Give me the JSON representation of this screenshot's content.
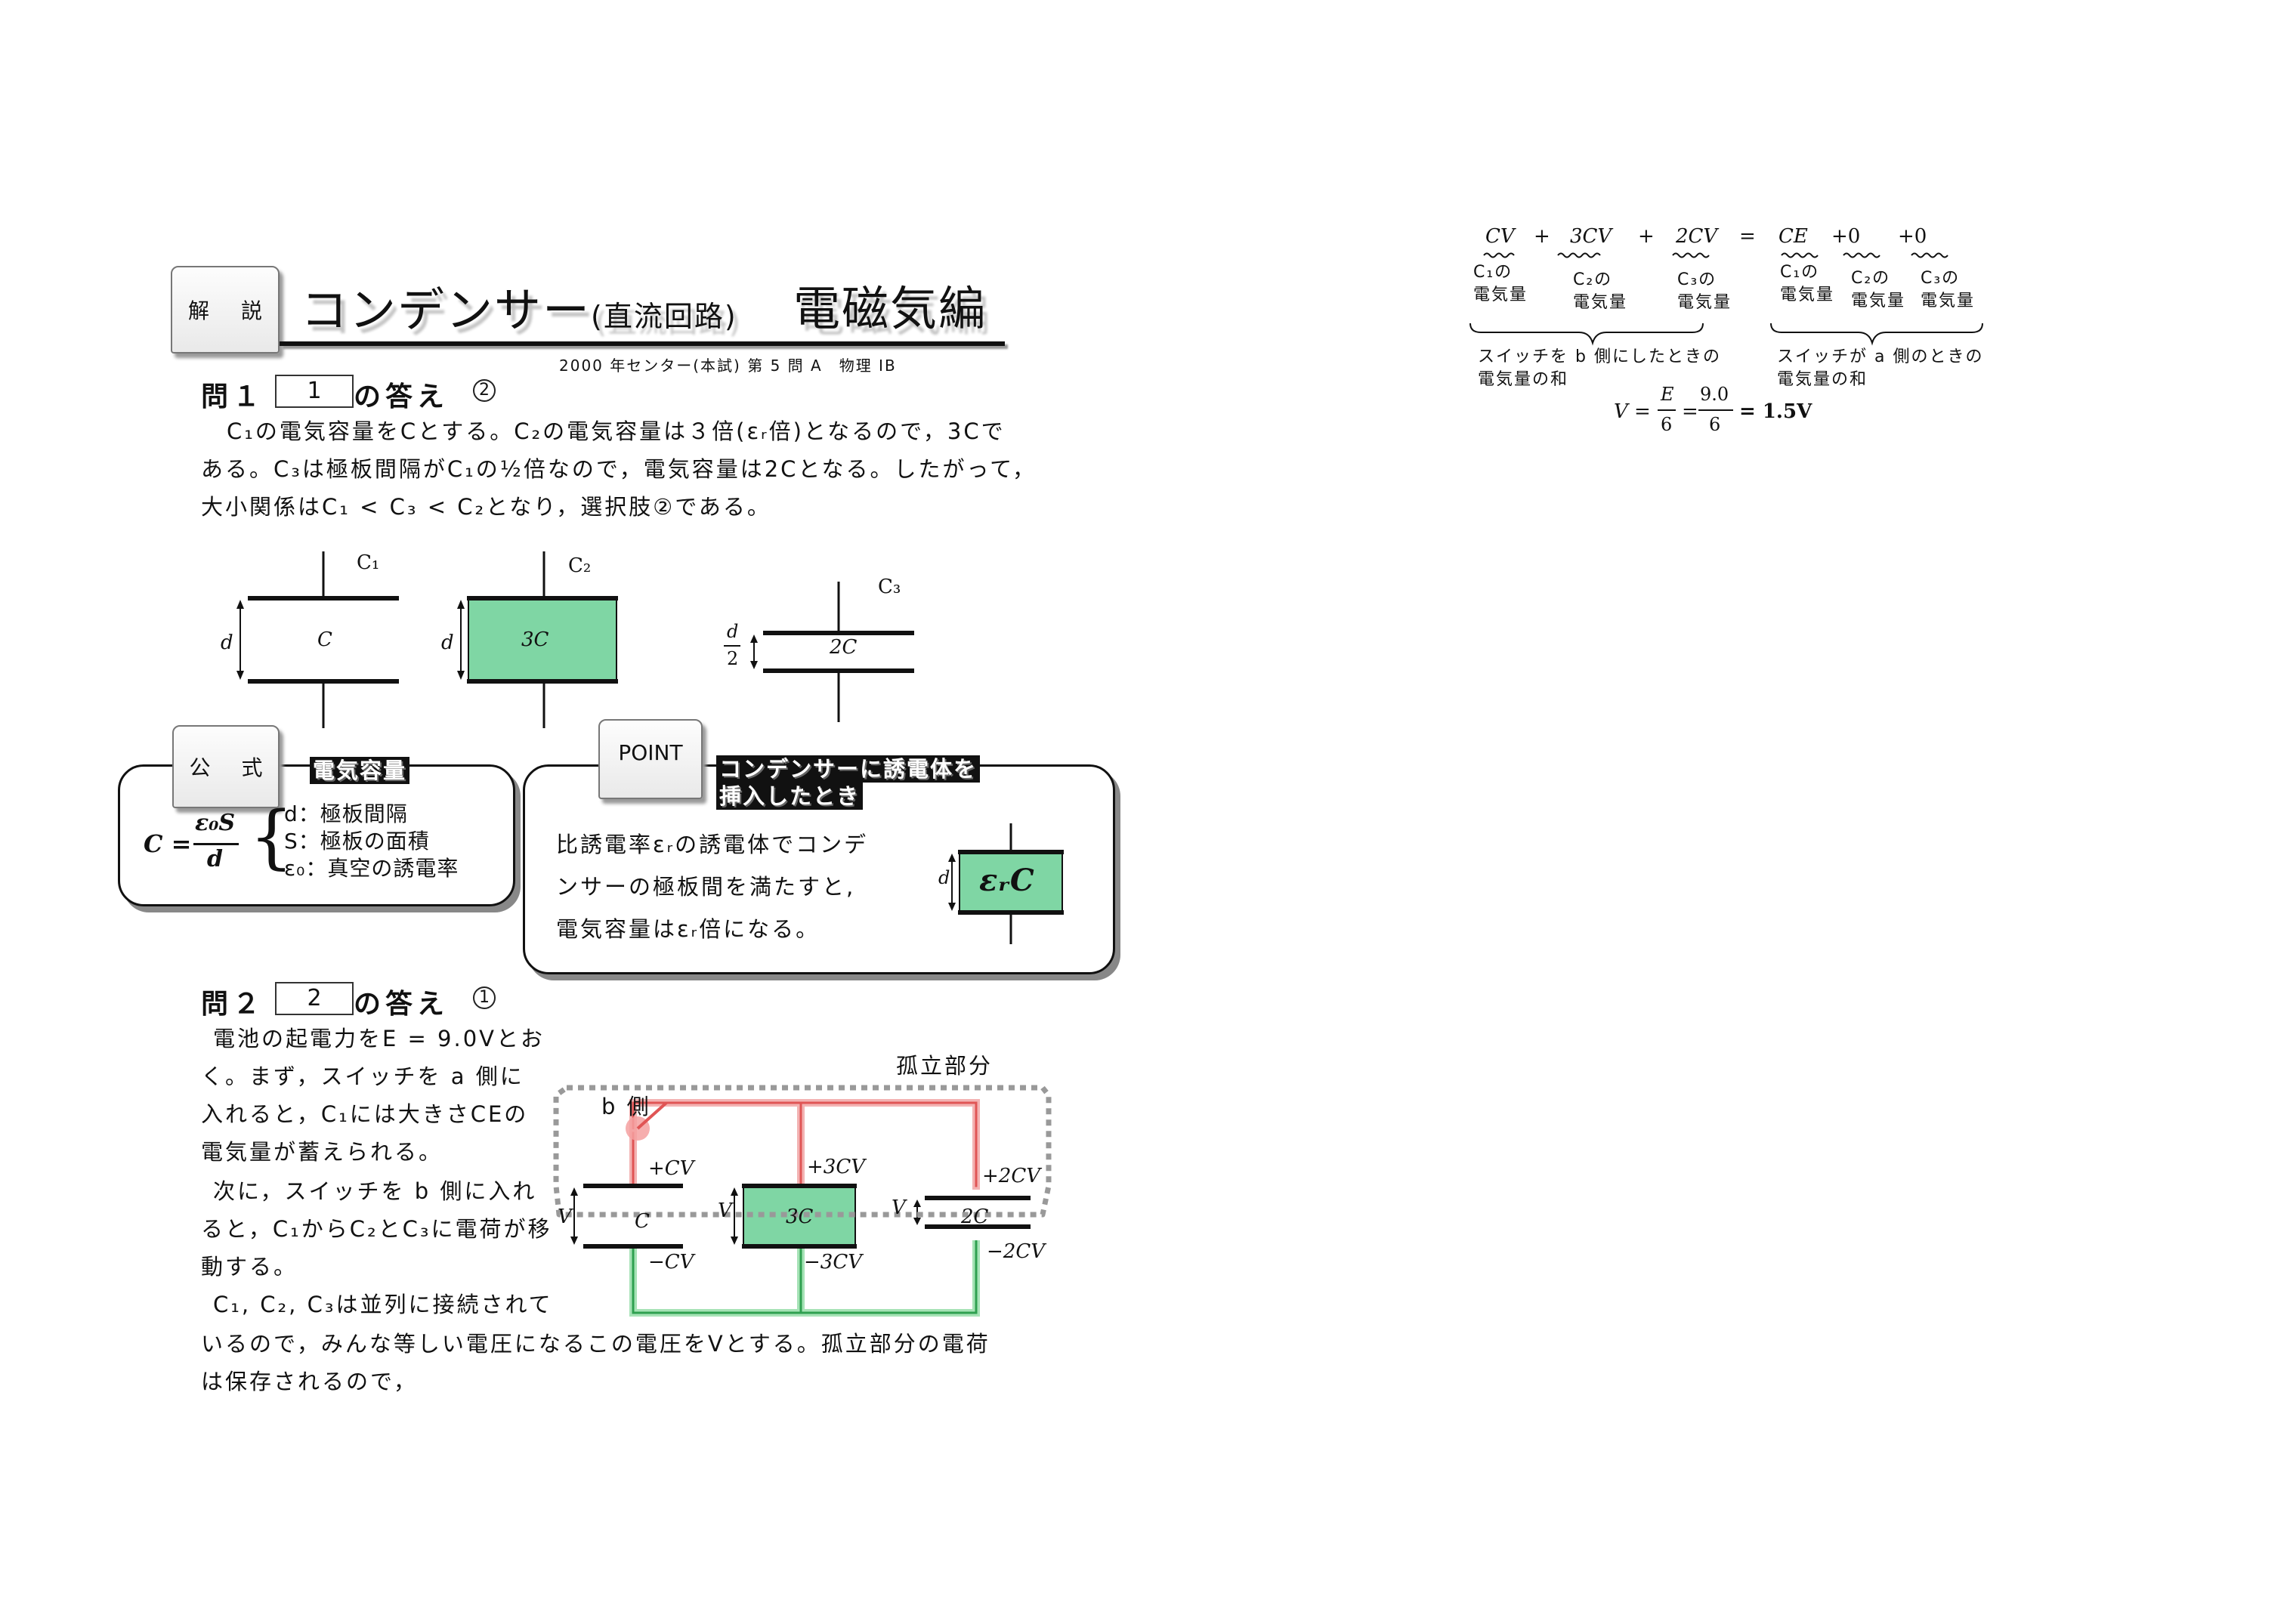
{
  "header": {
    "book_tab_left": "解",
    "book_tab_right": "説",
    "title": "コンデンサー",
    "title_sub": "(直流回路)",
    "category": "電磁気編",
    "source": "2000 年センター(本試) 第 5 問 A　物理 IB"
  },
  "q1": {
    "label": "問１",
    "answer_box": "1",
    "answer_label": "の答え",
    "choice": "2",
    "lines": [
      "C₁の電気容量をCとする。C₂の電気容量は３倍(εᵣ倍)となるので，3Cで",
      "ある。C₃は極板間隔がC₁の½倍なので，電気容量は2Cとなる。したがって，",
      "大小関係はC₁ < C₃ < C₂となり，選択肢②である。"
    ]
  },
  "caps_diagram": {
    "c1_label": "C₁",
    "c2_label": "C₂",
    "c3_label": "C₃",
    "c1_value": "C",
    "c2_value": "3C",
    "c3_value": "2C",
    "d_label": "d",
    "half_num": "d",
    "half_den": "2"
  },
  "formula_box": {
    "tab_left": "公",
    "tab_right": "式",
    "heading": "電気容量",
    "lhs": "C =",
    "numer": "ε₀S",
    "denom": "d",
    "defs": [
      "d：極板間隔",
      "S：極板の面積",
      "ε₀：真空の誘電率"
    ]
  },
  "point_box": {
    "tab": "POINT",
    "heading_line1": "コンデンサーに誘電体を",
    "heading_line2": "挿入したとき",
    "lines": [
      "比誘電率εᵣの誘電体でコンデ",
      "ンサーの極板間を満たすと,",
      "電気容量はεᵣ倍になる。"
    ],
    "cap_value": "εᵣC",
    "d_label": "d"
  },
  "q2": {
    "label": "問２",
    "answer_box": "2",
    "answer_label": "の答え",
    "choice": "1",
    "lines": [
      "電池の起電力をE = 9.0Vとお",
      "く。まず，スイッチを a 側に",
      "入れると，C₁には大きさCEの",
      "電気量が蓄えられる。",
      "次に，スイッチを b 側に入れ",
      "ると，C₁からC₂とC₃に電荷が移",
      "動する。",
      "C₁, C₂, C₃は並列に接続されて"
    ],
    "wide_lines": [
      "いるので，みんな等しい電圧になるこの電圧をVとする。孤立部分の電荷",
      "は保存されるので，"
    ]
  },
  "circuit": {
    "isolated_label": "孤立部分",
    "switch_label": "b 側",
    "c1": {
      "top": "+CV",
      "bottom": "−CV",
      "value": "C"
    },
    "c2": {
      "top": "+3CV",
      "bottom": "−3CV",
      "value": "3C"
    },
    "c3": {
      "top": "+2CV",
      "bottom": "−2CV",
      "value": "2C"
    },
    "v_label": "V"
  },
  "equation": {
    "terms": [
      "CV",
      "+",
      "3CV",
      "+",
      "2CV",
      "=",
      "CE",
      "+0",
      "+0"
    ],
    "sub_labels": [
      [
        "C₁の",
        "電気量"
      ],
      [
        "C₂の",
        "電気量"
      ],
      [
        "C₃の",
        "電気量"
      ],
      [
        "C₁の",
        "電気量"
      ],
      [
        "C₂の",
        "電気量"
      ],
      [
        "C₃の",
        "電気量"
      ]
    ],
    "brace_left": [
      "スイッチを b 側にしたときの",
      "電気量の和"
    ],
    "brace_right": [
      "スイッチが a 側のときの",
      "電気量の和"
    ],
    "result_lhs": "V =",
    "frac1_num": "E",
    "frac1_den": "6",
    "frac2_num": "9.0",
    "frac2_den": "6",
    "result": "= 1.5V"
  },
  "colors": {
    "dielectric": "#7fd6a4",
    "red_wire": "#e05555",
    "green_wire": "#2fa050",
    "dotted": "#999999"
  }
}
